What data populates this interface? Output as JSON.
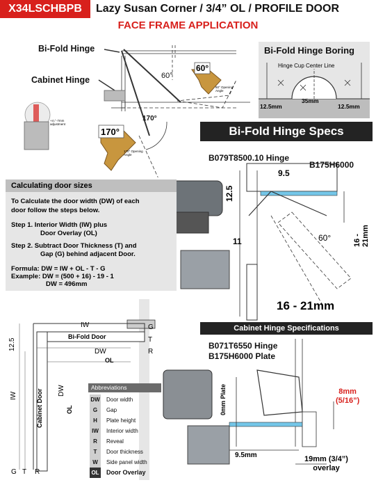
{
  "header": {
    "code": "X34LSCHBPB",
    "title": "Lazy Susan Corner  / 3/4” OL /  PROFILE DOOR"
  },
  "subtitle": "FACE FRAME APPLICATION",
  "top_diagram": {
    "bifold_label": "Bi-Fold Hinge",
    "cabinet_label": "Cabinet Hinge",
    "angle_60": "60°",
    "angle_170": "170°",
    "badge_60": "60°",
    "badge_170": "170°",
    "note_60": "60° Opening Angle",
    "note_170": "170° Opening Angle",
    "adjust_note": "+4 / -7mm adjustment"
  },
  "boring": {
    "title": "Bi-Fold Hinge Boring",
    "centerline": "Hinge Cup Center Line",
    "dim_left": "12.5mm",
    "dim_center": "35mm",
    "dim_right": "12.5mm"
  },
  "bifold_specs": {
    "title": "Bi-Fold Hinge Specs",
    "hinge_model": "B079T8500.10 Hinge",
    "plate_model": "B175H6000",
    "dim_95": "9.5",
    "dim_125": "12.5",
    "dim_11": "11",
    "dim_1621": "16 - 21mm",
    "angle": "60°",
    "thickness": "16 - 21mm"
  },
  "calc": {
    "title": "Calculating door sizes",
    "intro": [
      "To Calculate the door width (DW) of each",
      "door follow the steps below."
    ],
    "step1": [
      "Step 1.  Interior Width (IW) plus",
      "Door Overlay (OL)"
    ],
    "step2": [
      "Step 2.  Subtract Door Thickness (T) and",
      "Gap (G) behind adjacent Door."
    ],
    "formula": "Formula:  DW = IW + OL - T - G",
    "example1": "Example:  DW = (500 + 16) - 19 - 1",
    "example2": "DW = 496mm"
  },
  "door_diagram": {
    "iw": "IW",
    "g": "G",
    "t": "T",
    "bifold_door": "Bi-Fold Door",
    "dw": "DW",
    "r": "R",
    "ol": "OL",
    "dim_125": "12.5",
    "cabinet_door": "Cabinet Door",
    "iw_v": "IW",
    "dw_v": "DW",
    "ol_v": "OL",
    "g_b": "G",
    "t_b": "T",
    "r_b": "R"
  },
  "abbreviations": {
    "title": "Abbreviations",
    "items": [
      {
        "code": "DW",
        "desc": "Door width"
      },
      {
        "code": "G",
        "desc": "Gap"
      },
      {
        "code": "H",
        "desc": "Plate height"
      },
      {
        "code": "IW",
        "desc": "Interior width"
      },
      {
        "code": "R",
        "desc": "Reveal"
      },
      {
        "code": "T",
        "desc": "Door thickness"
      },
      {
        "code": "W",
        "desc": "Side panel width"
      },
      {
        "code": "OL",
        "desc": "Door Overlay"
      }
    ]
  },
  "cabinet_specs": {
    "title": "Cabinet Hinge Specifications",
    "hinge_model": "B071T6550 Hinge",
    "plate_model": "B175H6000 Plate",
    "plate": "0mm Plate",
    "dim_8": "8mm",
    "dim_8b": "(5/16”)",
    "dim_95": "9.5mm",
    "overlay1": "19mm (3/4”)",
    "overlay2": "overlay"
  },
  "colors": {
    "brand_red": "#d8201c",
    "dark_bar": "#232323",
    "panel_grey": "#e6e6e6",
    "wood": "#c8963e",
    "plate_blue": "#74c6e8"
  }
}
